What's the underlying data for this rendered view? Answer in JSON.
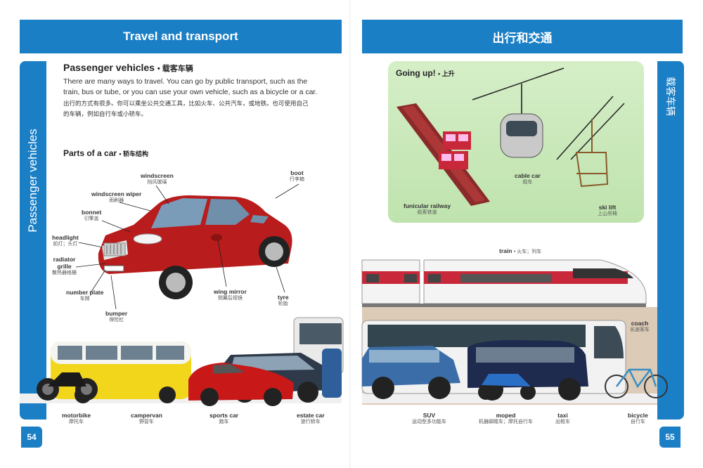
{
  "left_page": {
    "banner_title": "Travel and transport",
    "sidebar_label": "Passenger vehicles",
    "page_number": "54",
    "section": {
      "title": "Passenger vehicles",
      "title_cn": "载客车辆",
      "intro_en_line1": "There are many ways to travel. You can go by public transport, such as the",
      "intro_en_line2": "train, bus or tube, or you can use your own vehicle, such as a bicycle or a car.",
      "intro_cn_line1": "出行的方式有很多。你可以乘坐公共交通工具，比如火车、公共汽车，或地铁。也可使用自己",
      "intro_cn_line2": "的车辆，例如自行车或小轿车。"
    },
    "parts_heading": {
      "title": "Parts of a car",
      "title_cn": "轿车结构"
    },
    "car_parts": [
      {
        "en": "windscreen",
        "cn": "挡风玻璃"
      },
      {
        "en": "boot",
        "cn": "行李箱"
      },
      {
        "en": "windscreen wiper",
        "cn": "雨刷器"
      },
      {
        "en": "bonnet",
        "cn": "引擎盖"
      },
      {
        "en": "headlight",
        "cn": "前灯；头灯"
      },
      {
        "en": "radiator grille",
        "en_line1": "radiator",
        "en_line2": "grille",
        "cn": "散热器格栅"
      },
      {
        "en": "number plate",
        "cn": "车牌"
      },
      {
        "en": "bumper",
        "cn": "保险杠"
      },
      {
        "en": "wing mirror",
        "cn": "侧翼后视镜"
      },
      {
        "en": "tyre",
        "cn": "轮胎"
      }
    ],
    "vehicles": [
      {
        "en": "motorbike",
        "cn": "摩托车"
      },
      {
        "en": "campervan",
        "cn": "野营车"
      },
      {
        "en": "sports car",
        "cn": "跑车"
      },
      {
        "en": "estate car",
        "cn": "旅行轿车"
      }
    ]
  },
  "right_page": {
    "banner_title": "出行和交通",
    "sidebar_label": "载客车辆",
    "page_number": "55",
    "going_up": {
      "title": "Going up!",
      "title_cn": "上升",
      "items": [
        {
          "en": "cable car",
          "cn": "缆车"
        },
        {
          "en": "funicular railway",
          "cn": "缆索铁道"
        },
        {
          "en": "ski lift",
          "cn": "上山吊椅"
        }
      ]
    },
    "train": {
      "en": "train",
      "cn": "火车；列车"
    },
    "coach": {
      "en": "coach",
      "cn": "长途客车"
    },
    "vehicles": [
      {
        "en": "SUV",
        "cn": "运动型多功能车"
      },
      {
        "en": "moped",
        "cn": "机器脚踏车；摩托自行车"
      },
      {
        "en": "taxi",
        "cn": "出租车"
      },
      {
        "en": "bicycle",
        "cn": "自行车"
      }
    ]
  },
  "colors": {
    "brand_blue": "#1b7fc6",
    "going_up_green": "#c8e8b8",
    "car_red": "#b81c1c",
    "train_red": "#c8283a",
    "campervan_yellow": "#f2d61c",
    "tan_band": "#dccbb7"
  }
}
